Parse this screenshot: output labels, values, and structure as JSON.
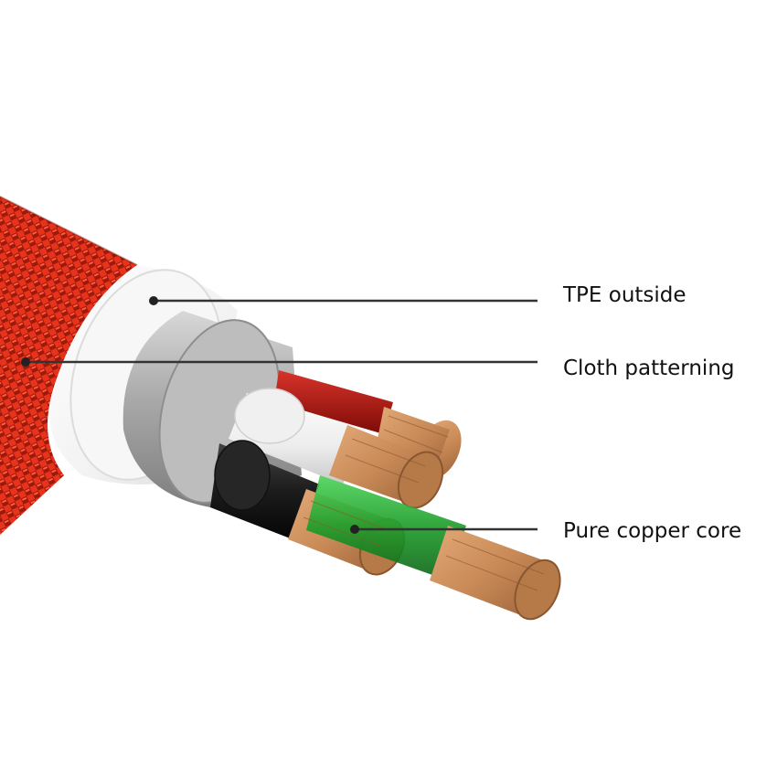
{
  "callouts": {
    "tpe_outside": "TPE outside",
    "cloth_patterning": "Cloth patterning",
    "pure_copper_core": "Pure copper core"
  },
  "colors": {
    "braid_red": "#e8321c",
    "braid_dark": "#8a1408",
    "tpe_white": "#f4f4f4",
    "shield_silver": "#b9b9b9",
    "wire_red": "#b0160f",
    "wire_white": "#eeeeee",
    "wire_black": "#1c1c1c",
    "wire_green": "#1e9c2a",
    "copper": "#c98a57",
    "leader_line": "#333333"
  }
}
